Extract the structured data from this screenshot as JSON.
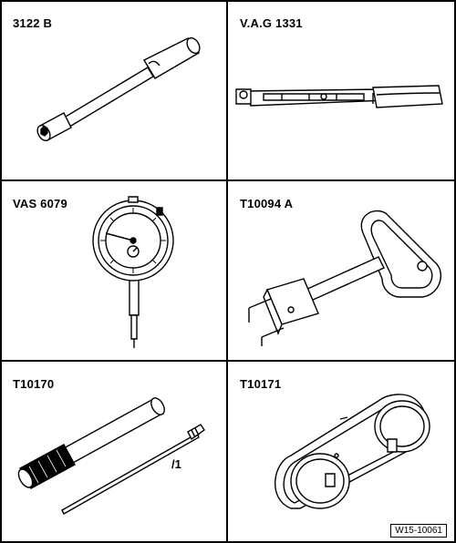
{
  "tools": [
    {
      "id": "3122 B"
    },
    {
      "id": "V.A.G 1331"
    },
    {
      "id": "VAS 6079"
    },
    {
      "id": "T10094 A"
    },
    {
      "id": "T10170",
      "sublabel": "/1"
    },
    {
      "id": "T10171"
    }
  ],
  "figure_ref": "W15-10061"
}
